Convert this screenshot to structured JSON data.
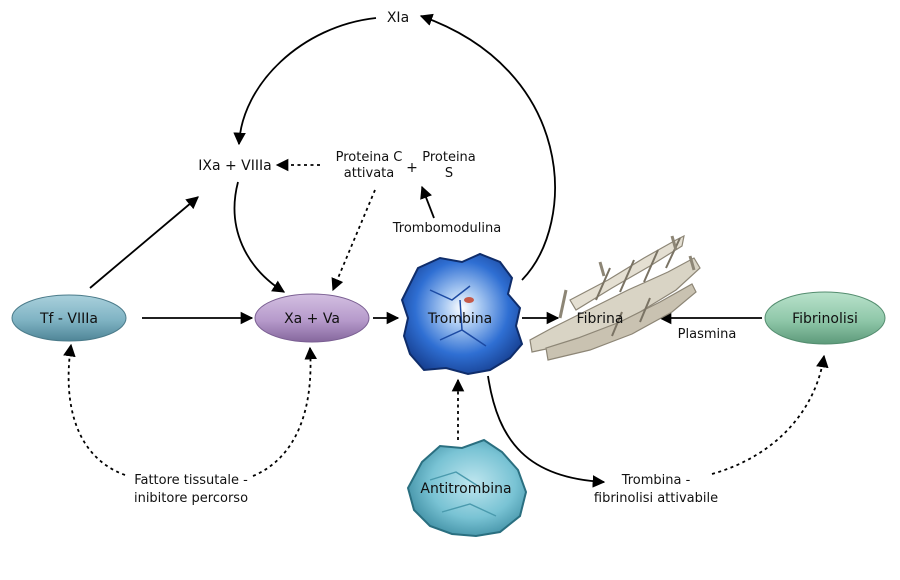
{
  "nodes": {
    "tf_viiia": "Tf - VIIIa",
    "xa_va": "Xa + Va",
    "trombina": "Trombina",
    "fibrina": "Fibrina",
    "fibrinolisi": "Fibrinolisi",
    "antitrombina": "Antitrombina"
  },
  "labels": {
    "xia": "XIa",
    "ixa_viiia": "IXa + VIIIa",
    "proteina_c_line1": "Proteina C",
    "proteina_c_line2": "attivata",
    "plus": "+",
    "proteina_s_line1": "Proteina",
    "proteina_s_line2": "S",
    "trombomodulina": "Trombomodulina",
    "plasmina": "Plasmina",
    "fattore_line1": "Fattore tissutale -",
    "fattore_line2": "inibitore percorso",
    "trombina_fibrinolisi_line1": "Trombina -",
    "trombina_fibrinolisi_line2": "fibrinolisi attivabile"
  },
  "colors": {
    "tf_viiia_fill": "#7fb3c3",
    "xa_va_fill": "#b69acb",
    "fibrinolisi_fill": "#8fc7a9",
    "trombina_fill": "#2d67c9",
    "antitrombina_fill": "#79c3d4",
    "fibrin_fill": "#d9d4c5"
  }
}
